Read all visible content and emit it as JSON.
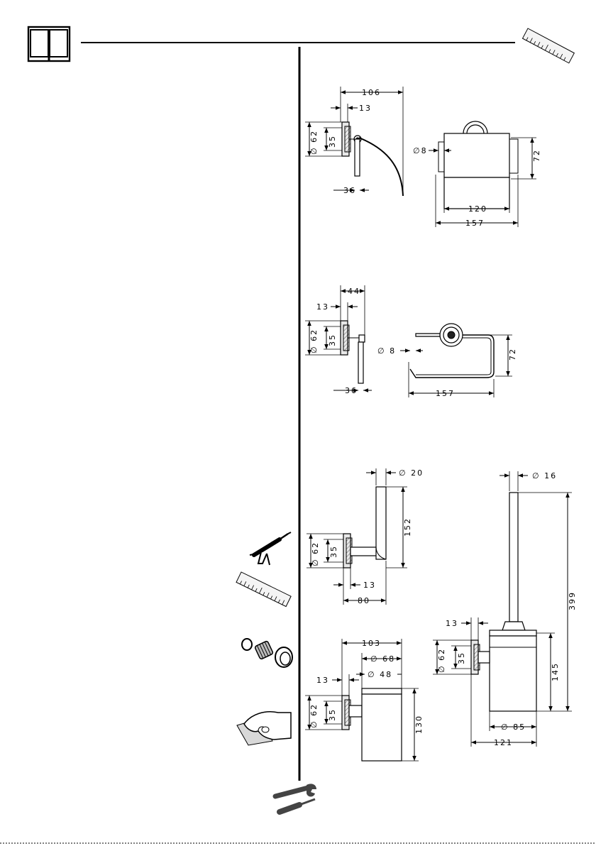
{
  "icons": {
    "manual": "open-book-icon",
    "ruler_top": "ruler-icon",
    "sealant": "caulk-gun-icon",
    "ruler_side": "ruler-icon",
    "fittings": "dowel-parts-icon",
    "cleaning": "hand-cloth-icon",
    "tools": "wrench-screwdriver-icon"
  },
  "views": {
    "holder_cover_side": {
      "d106": "106",
      "d13": "13",
      "d62": "∅ 62",
      "d35": "35",
      "d36": "36"
    },
    "holder_cover_front": {
      "d8": "∅8",
      "d72": "72",
      "d120": "120",
      "d157": "157"
    },
    "holder_open_side": {
      "d44": "44",
      "d13": "13",
      "d62": "∅ 62",
      "d35": "35",
      "d36": "36"
    },
    "holder_open_front": {
      "d8": "∅ 8",
      "d72": "72",
      "d157": "157"
    },
    "spare_holder": {
      "d20": "∅ 20",
      "d152": "152",
      "d62": "∅ 62",
      "d35": "35",
      "d13": "13",
      "d80": "80"
    },
    "brush_set": {
      "d16": "∅ 16",
      "d399": "399",
      "d13": "13",
      "d62": "∅ 62",
      "d35": "35",
      "d145": "145",
      "d85": "∅ 85",
      "d121": "121"
    },
    "tumbler": {
      "d103": "103",
      "d68": "∅ 68",
      "d48": "∅ 48",
      "d13": "13",
      "d62": "∅ 62",
      "d35": "35",
      "d130": "130"
    }
  }
}
